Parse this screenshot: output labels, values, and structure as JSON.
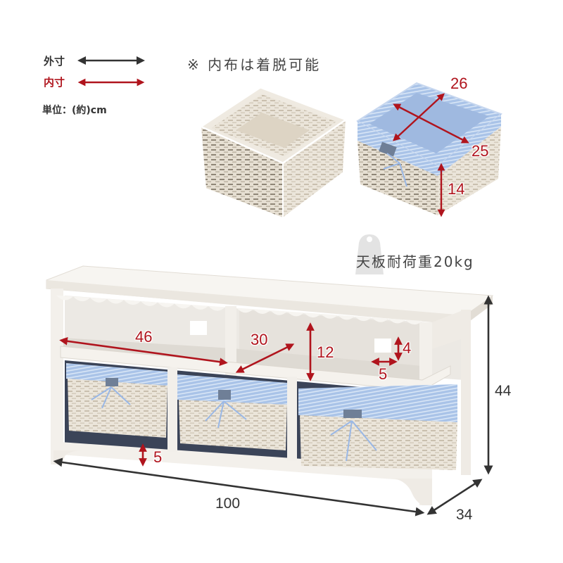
{
  "legend": {
    "outer_label": "外寸",
    "inner_label": "内寸",
    "outer_color": "#333333",
    "inner_color": "#b0141d",
    "unit_text": "単位：(約)cm"
  },
  "note": "※ 内布は着脱可能",
  "baskets": {
    "plain_basket": "wicker-basket-without-liner",
    "lined_basket": "wicker-basket-with-blue-striped-liner",
    "inner_width": "26",
    "inner_depth": "25",
    "inner_height": "14"
  },
  "load_capacity": {
    "icon": "weight-icon",
    "text": "天板耐荷重20kg"
  },
  "bench": {
    "shelf_left_width": "46",
    "shelf_right_depth": "30",
    "shelf_height": "12",
    "cable_hole_height": "4",
    "cable_hole_width": "5",
    "floor_clearance": "5",
    "outer_width": "100",
    "outer_depth": "34",
    "outer_height": "44"
  },
  "colors": {
    "inner_dim": "#b0141d",
    "outer_dim": "#333333",
    "furniture_white": "#f4f1ec",
    "liner_blue": "#a9c3e8",
    "wicker": "#e9e2d6"
  }
}
